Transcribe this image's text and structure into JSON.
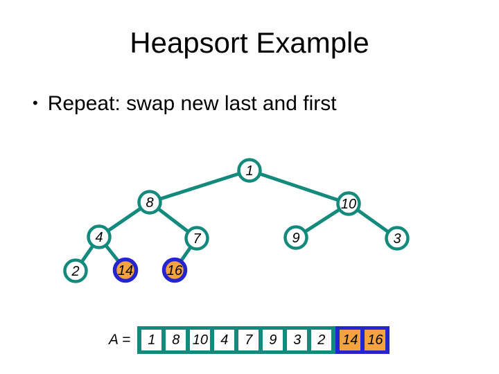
{
  "slide": {
    "title": "Heapsort Example",
    "bullet_marker": "•",
    "bullet_text": "Repeat: swap new last and first"
  },
  "colors": {
    "teal": "#148a7d",
    "orange": "#f6a23e",
    "blue": "#2525d0",
    "background": "#ffffff",
    "text": "#000000"
  },
  "tree": {
    "nodes": [
      {
        "value": "1",
        "highlighted": false
      },
      {
        "value": "8",
        "highlighted": false
      },
      {
        "value": "10",
        "highlighted": false
      },
      {
        "value": "4",
        "highlighted": false
      },
      {
        "value": "7",
        "highlighted": false
      },
      {
        "value": "9",
        "highlighted": false
      },
      {
        "value": "3",
        "highlighted": false
      },
      {
        "value": "2",
        "highlighted": false
      },
      {
        "value": "14",
        "highlighted": true
      },
      {
        "value": "16",
        "highlighted": true
      }
    ],
    "edges": [
      [
        "1",
        "8"
      ],
      [
        "1",
        "10"
      ],
      [
        "8",
        "4"
      ],
      [
        "8",
        "7"
      ],
      [
        "10",
        "9"
      ],
      [
        "10",
        "3"
      ],
      [
        "4",
        "2"
      ],
      [
        "4",
        "14"
      ],
      [
        "7",
        "16"
      ]
    ]
  },
  "array": {
    "label": "A =",
    "values": [
      "1",
      "8",
      "10",
      "4",
      "7",
      "9",
      "3",
      "2",
      "14",
      "16"
    ],
    "highlighted_values": [
      "14",
      "16"
    ]
  }
}
